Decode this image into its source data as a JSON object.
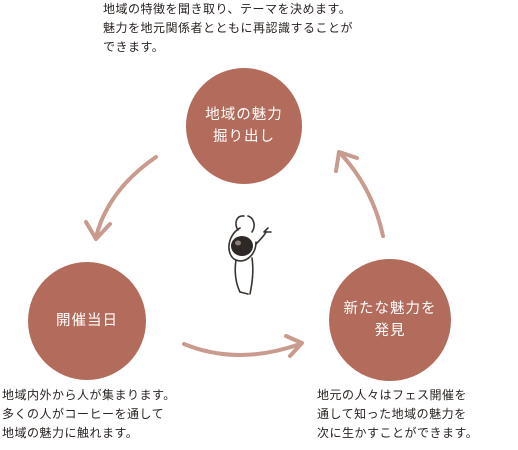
{
  "steps": [
    {
      "title_lines": [
        "地域の魅力",
        "掘り出し"
      ],
      "desc_lines": [
        "地域の特徴を聞き取り、テーマを決めます。",
        "魅力を地元関係者とともに再認識することが",
        "できます。"
      ]
    },
    {
      "title_lines": [
        "新たな魅力を",
        "発見"
      ],
      "desc_lines": [
        "地元の人々はフェス開催を",
        "通して知った地域の魅力を",
        "次に生かすことができます。"
      ]
    },
    {
      "title_lines": [
        "開催当日"
      ],
      "desc_lines": [
        "地域内外から人が集まります。",
        "多くの人がコーヒーを通して",
        "地域の魅力に触れます。"
      ]
    }
  ],
  "colors": {
    "circle_fill": "#b36c5c",
    "arrow_stroke": "#c99a8e",
    "text": "#2a2422"
  },
  "icons": {
    "mascot": "coffee-bean-character-icon"
  }
}
